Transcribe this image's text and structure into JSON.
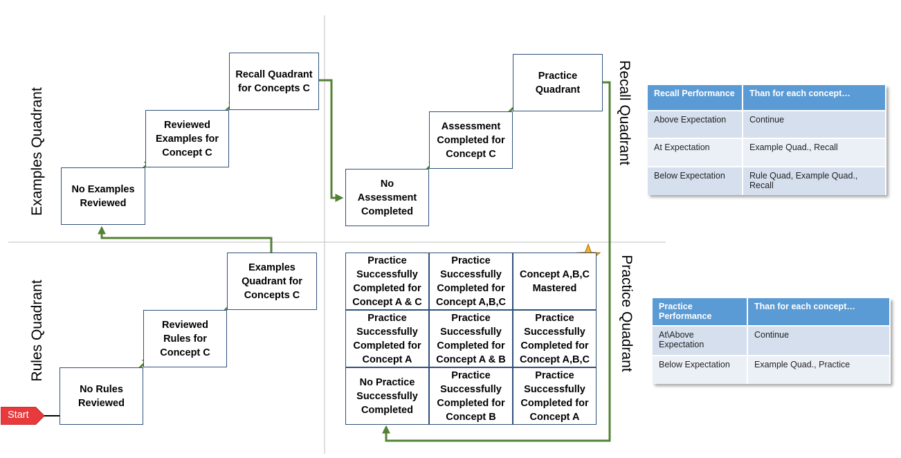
{
  "colors": {
    "arrow": "#538135",
    "box_border": "#2e4f7a",
    "divider": "#bfbfbf",
    "table_header": "#5b9bd5",
    "table_row_odd": "#d5dfee",
    "table_row_even": "#ebf0f7",
    "start_fill": "#e8393c",
    "star": "#f0b323"
  },
  "quadrants": {
    "examples": "Examples Quadrant",
    "rules": "Rules Quadrant",
    "recall": "Recall Quadrant",
    "practice": "Practice Quadrant"
  },
  "start_label": "Start",
  "boxes": {
    "no_rules": "No Rules\nReviewed",
    "reviewed_rules": "Reviewed\nRules for\nConcept C",
    "examples_quadrant": "Examples\nQuadrant for\nConcepts C",
    "no_examples": "No Examples\nReviewed",
    "reviewed_examples": "Reviewed\nExamples for\nConcept C",
    "recall_quadrant": "Recall Quadrant\nfor Concepts C",
    "no_assessment": "No\nAssessment\nCompleted",
    "assessment_completed": "Assessment\nCompleted for\nConcept C",
    "practice_quadrant": "Practice\nQuadrant",
    "p_ac": "Practice\nSuccessfully\nCompleted for\nConcept A & C",
    "p_abc_top": "Practice\nSuccessfully\nCompleted for\nConcept A,B,C",
    "mastered": "Concept A,B,C\nMastered",
    "p_a_left": "Practice\nSuccessfully\nCompleted for\nConcept A",
    "p_ab": "Practice\nSuccessfully\nCompleted for\nConcept A & B",
    "p_abc_mid": "Practice\nSuccessfully\nCompleted for\nConcept A,B,C",
    "no_practice": "No Practice\nSuccessfully\nCompleted",
    "p_b": "Practice\nSuccessfully\nCompleted for\nConcept B",
    "p_a_right": "Practice\nSuccessfully\nCompleted for\nConcept A"
  },
  "recall_table": {
    "headers": [
      "Recall Performance",
      "Than for each concept…"
    ],
    "rows": [
      [
        "Above Expectation",
        "Continue"
      ],
      [
        "At Expectation",
        "Example Quad., Recall"
      ],
      [
        "Below Expectation",
        "Rule Quad, Example Quad., Recall"
      ]
    ]
  },
  "practice_table": {
    "headers": [
      "Practice Performance",
      "Than for each concept…"
    ],
    "rows": [
      [
        "At\\Above Expectation",
        "Continue"
      ],
      [
        "Below Expectation",
        "Example Quad., Practice"
      ]
    ]
  }
}
